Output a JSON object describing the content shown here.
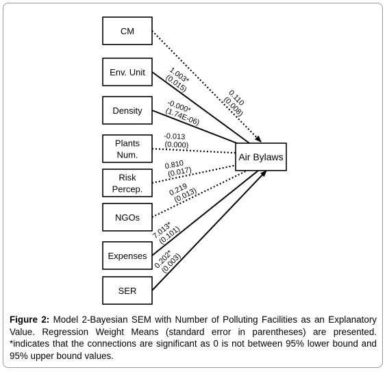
{
  "diagram": {
    "target": {
      "label": "Air Bylaws"
    },
    "sources": [
      {
        "id": "cm",
        "lines": [
          "CM"
        ],
        "coef": "0.110",
        "se": "(0.008)",
        "significant": false
      },
      {
        "id": "env-unit",
        "lines": [
          "Env. Unit"
        ],
        "coef": "1.003*",
        "se": "(0.015)",
        "significant": true
      },
      {
        "id": "density",
        "lines": [
          "Density"
        ],
        "coef": "-0.000*",
        "se": "(1.74E-06)",
        "significant": true
      },
      {
        "id": "plants-num",
        "lines": [
          "Plants",
          "Num."
        ],
        "coef": "-0.013",
        "se": "(0.000)",
        "significant": false
      },
      {
        "id": "risk-percep",
        "lines": [
          "Risk",
          "Percep."
        ],
        "coef": "0.810",
        "se": "(0.017)",
        "significant": false
      },
      {
        "id": "ngos",
        "lines": [
          "NGOs"
        ],
        "coef": "0.219",
        "se": "(0.013)",
        "significant": false
      },
      {
        "id": "expenses",
        "lines": [
          "Expenses"
        ],
        "coef": "7.013*",
        "se": "(0.101)",
        "significant": true
      },
      {
        "id": "ser",
        "lines": [
          "SER"
        ],
        "coef": "0.202*",
        "se": "(0.003)",
        "significant": true
      }
    ]
  },
  "caption": {
    "label": "Figure 2:",
    "text": " Model 2-Bayesian SEM with Number of Polluting Facilities as an Explanatory Value. Regression Weight Means (standard error in parentheses) are presented. *indicates that the connections are significant as 0 is not between 95% lower bound and 95% upper bound values."
  }
}
